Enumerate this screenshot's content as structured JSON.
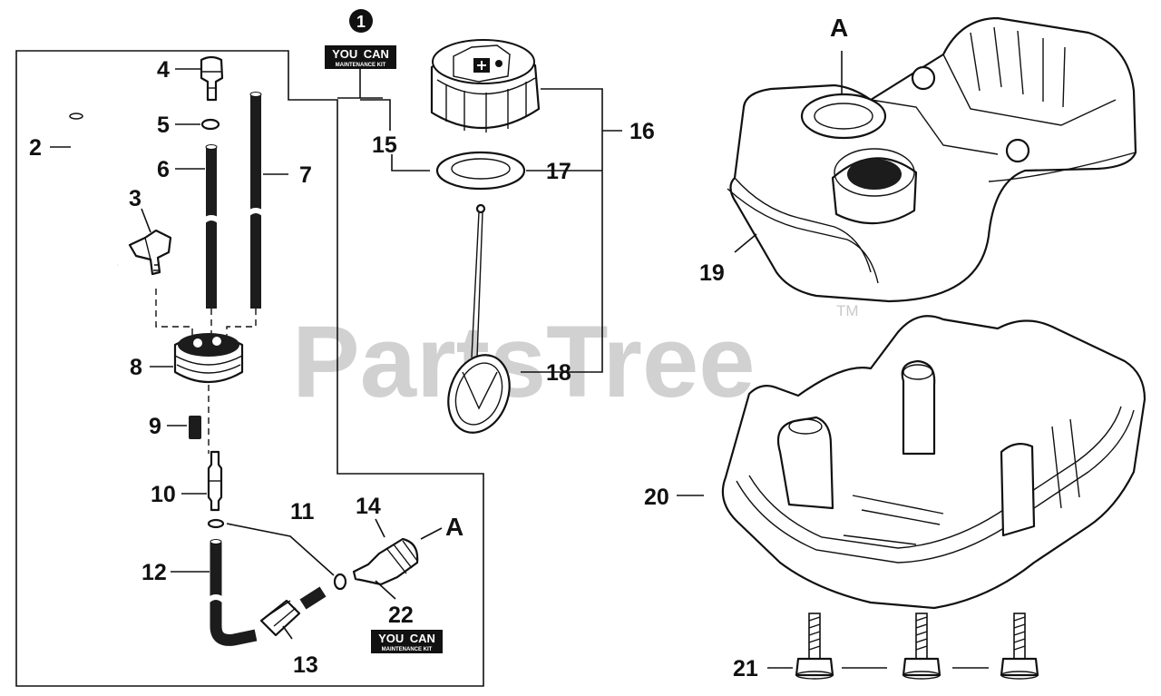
{
  "watermark": {
    "text": "PartsTree",
    "trademark": "TM"
  },
  "kit_badge": {
    "number": "1",
    "top_line": "YOU CAN",
    "bottom_line": "MAINTENANCE KIT"
  },
  "ref_letter": "A",
  "callouts": {
    "c1": "1",
    "c2": "2",
    "c3": "3",
    "c4": "4",
    "c5": "5",
    "c6": "6",
    "c7": "7",
    "c8": "8",
    "c9": "9",
    "c10": "10",
    "c11": "11",
    "c12": "12",
    "c13": "13",
    "c14": "14",
    "c15": "15",
    "c16": "16",
    "c17": "17",
    "c18": "18",
    "c19": "19",
    "c20": "20",
    "c21": "21",
    "c22": "22"
  },
  "colors": {
    "ink": "#111111",
    "watermark": "#c9c9c9",
    "paper": "#ffffff"
  }
}
